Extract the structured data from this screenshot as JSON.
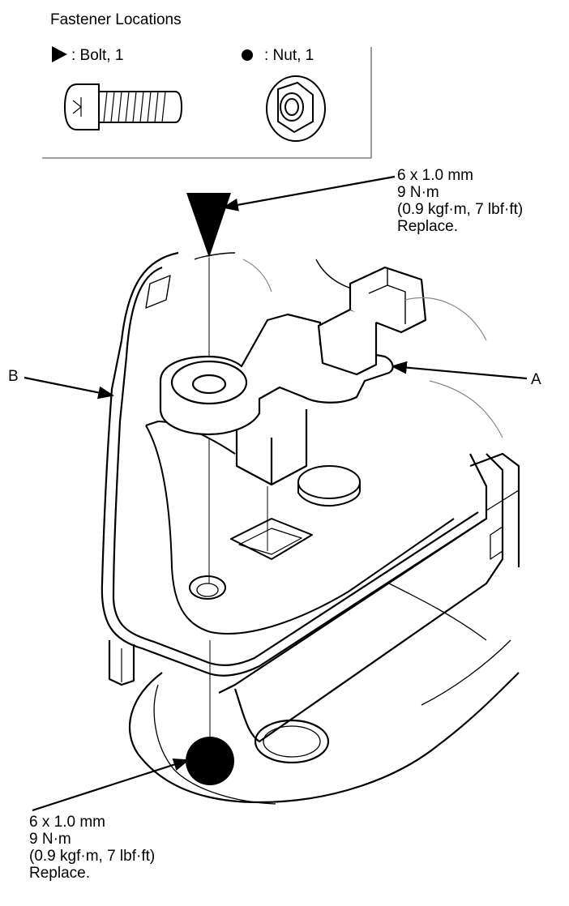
{
  "legend": {
    "title": "Fastener Locations",
    "bolt_label": ": Bolt, 1",
    "nut_label": ": Nut, 1"
  },
  "callouts": {
    "bolt": {
      "size": "6 x 1.0 mm",
      "torque": "9 N·m",
      "torque_alt": "(0.9 kgf·m, 7 lbf·ft)",
      "note": "Replace."
    },
    "nut": {
      "size": "6 x 1.0 mm",
      "torque": "9 N·m",
      "torque_alt": "(0.9 kgf·m, 7 lbf·ft)",
      "note": "Replace."
    }
  },
  "labels": {
    "a": "A",
    "b": "B"
  }
}
